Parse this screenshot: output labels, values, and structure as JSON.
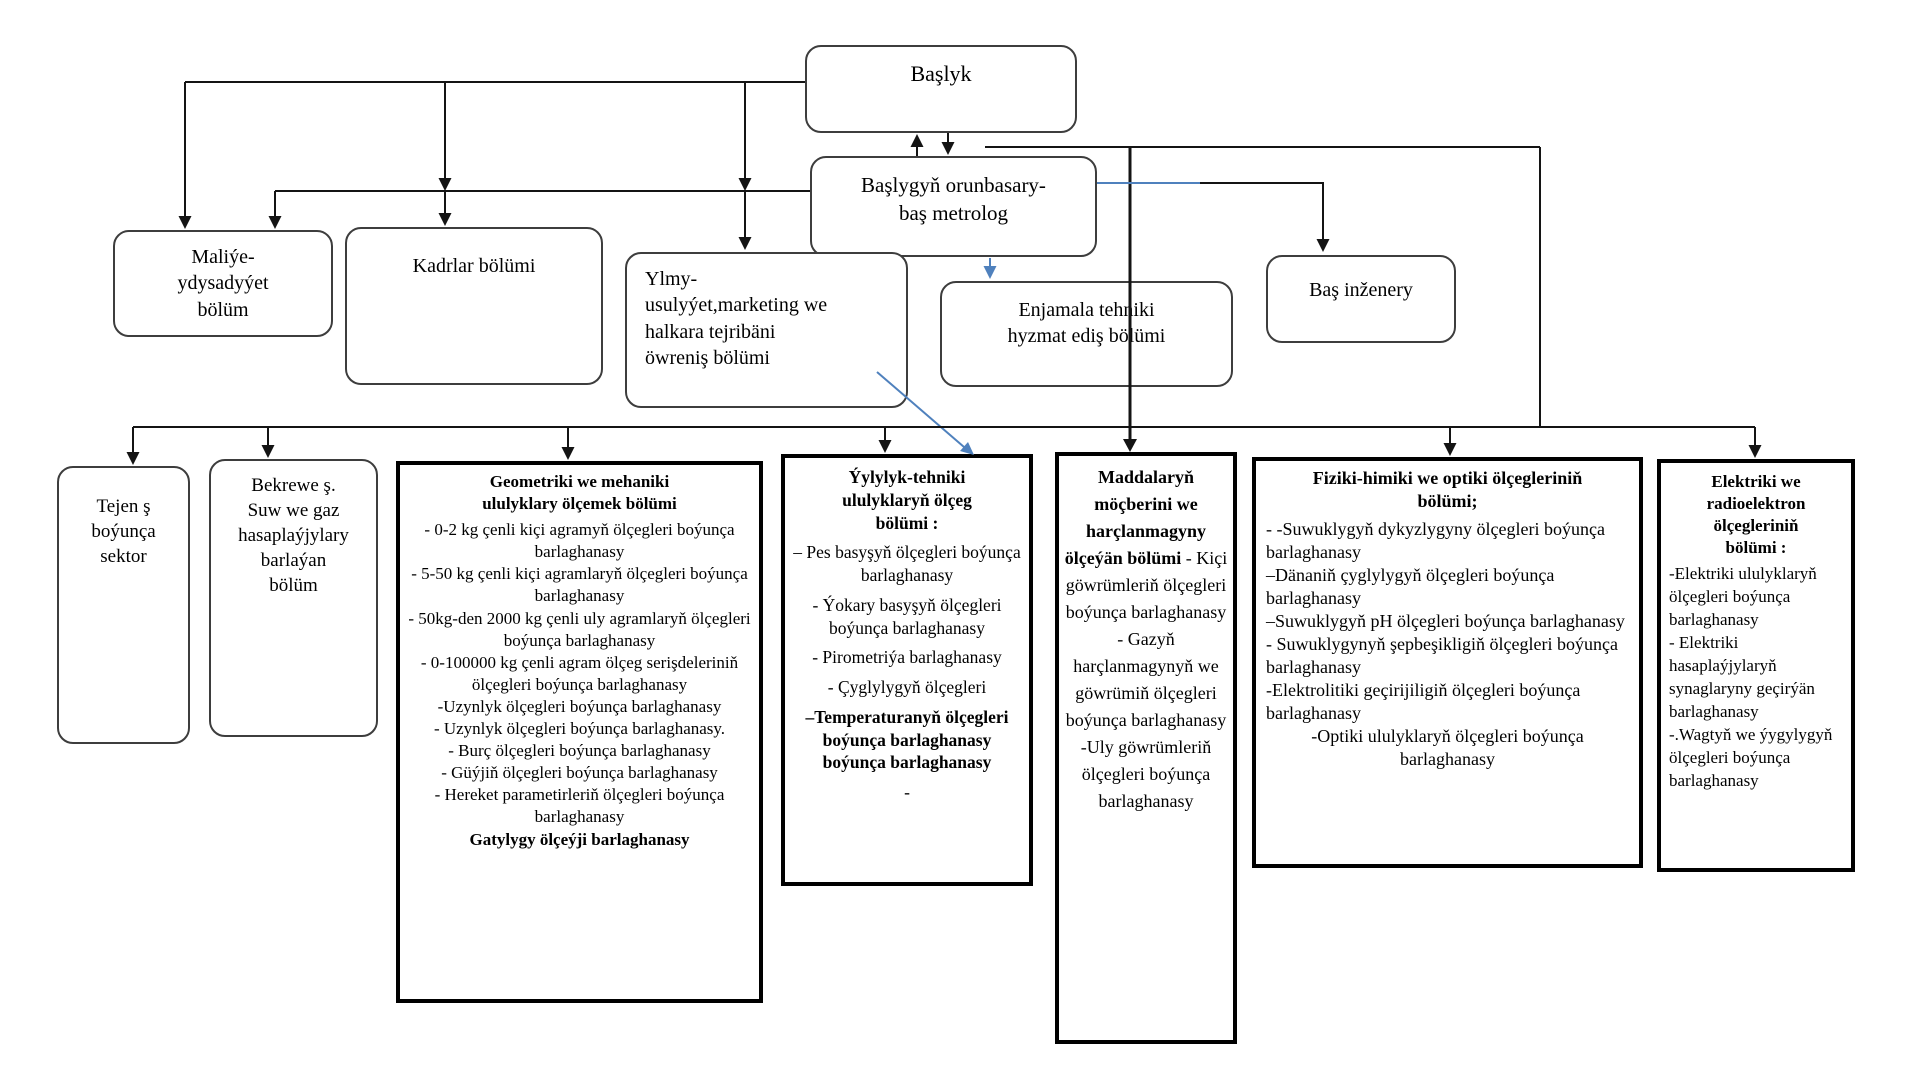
{
  "colors": {
    "arrow_blue": "#4f81bd",
    "line_black": "#141414",
    "thin_border": "#3d3d3d"
  },
  "nodes": {
    "baslyk": {
      "label": "Başlyk"
    },
    "deputy": {
      "label": "Başlygyň orunbasary-\nbaş metrolog"
    },
    "maliye": {
      "label": "Maliýe-\nydysadyýet\nbölüm"
    },
    "kadrlar": {
      "label": "Kadrlar bölümi"
    },
    "ylmy": {
      "label": "Ylmy-\nusulyýet,marketing we\nhalkara tejribäni\nöwreniş bölümi"
    },
    "enjamala": {
      "label": "Enjamala tehniki\nhyzmat ediş bölümi"
    },
    "bas_inzhener": {
      "label": "Baş inženery"
    },
    "tejen": {
      "label": "Tejen ş\nboýunça\nsektor"
    },
    "bekrewe": {
      "label": "Bekrewe ş.\nSuw we gaz\nhasaplaýjylary\nbarlaýan\nbölüm"
    },
    "geometriki": {
      "title": "Geometriki we mehaniki\nululyklary ölçemek bölümi",
      "items": [
        "- 0-2 kg çenli kiçi agramyň ölçegleri boýunça barlaghanasy",
        "- 5-50 kg çenli kiçi agramlaryň ölçegleri boýunça barlaghanasy",
        "- 50kg-den 2000 kg çenli uly agramlaryň ölçegleri boýunça barlaghanasy",
        "- 0-100000 kg çenli agram ölçeg serişdeleriniň ölçegleri boýunça barlaghanasy",
        "-Uzynlyk ölçegleri boýunça barlaghanasy",
        "- Uzynlyk ölçegleri boýunça barlaghanasy.",
        "- Burç ölçegleri boýunça barlaghanasy",
        "- Güýjiň ölçegleri boýunça barlaghanasy",
        "- Hereket parametirleriň ölçegleri boýunça barlaghanasy",
        {
          "text": "Gatylygy ölçeýji barlaghanasy",
          "bold": true
        }
      ]
    },
    "yylylyk": {
      "title": "Ýylylyk-tehniki\nululyklaryň ölçeg\nbölümi :",
      "items": [
        "– Pes basyşyň ölçegleri boýunça barlaghanasy",
        "- Ýokary basyşyň ölçegleri boýunça barlaghanasy",
        "- Pirometriýa barlaghanasy",
        "- Çyglylygyň ölçegleri",
        {
          "text": "–Temperaturanyň ölçegleri boýunça barlaghanasy boýunça barlaghanasy",
          "bold": true
        },
        "-"
      ]
    },
    "maddalaryn": {
      "title": "Maddalaryň möçberini we harçlanmagyny ölçeýän bölümi",
      "title_suffix": " - Kiçi göwrümleriň ölçegleri boýunça barlaghanasy",
      "items": [
        "- Gazyň harçlanmagynyň we göwrümiň ölçegleri boýunça barlaghanasy",
        "-Uly göwrümleriň ölçegleri boýunça barlaghanasy"
      ]
    },
    "fiziki": {
      "title": "Fiziki-himiki we optiki ölçegleriniň\nbölümi;",
      "items": [
        "- -Suwuklygyň dykyzlygyny ölçegleri boýunça barlaghanasy",
        "–Dänaniň çyglylygyň ölçegleri boýunça barlaghanasy",
        "–Suwuklygyň pH ölçegleri boýunça barlaghanasy",
        "- Suwuklygynyň şepbeşikligiň ölçegleri boýunça barlaghanasy",
        "-Elektrolitiki geçirijiligiň ölçegleri boýunça barlaghanasy",
        {
          "text": "-Optiki ululyklaryň ölçegleri boýunça barlaghanasy",
          "center": true
        }
      ]
    },
    "elektriki": {
      "title": "Elektriki we\nradioelektron\nölçegleriniň\nbölümi  :",
      "items": [
        "-Elektriki ululyklaryň ölçegleri boýunça barlaghanasy",
        "- Elektriki hasaplaýjylaryň synaglaryny geçirýän barlaghanasy",
        "-.Wagtyň we ýygylygyň ölçegleri boýunça barlaghanasy"
      ]
    }
  }
}
